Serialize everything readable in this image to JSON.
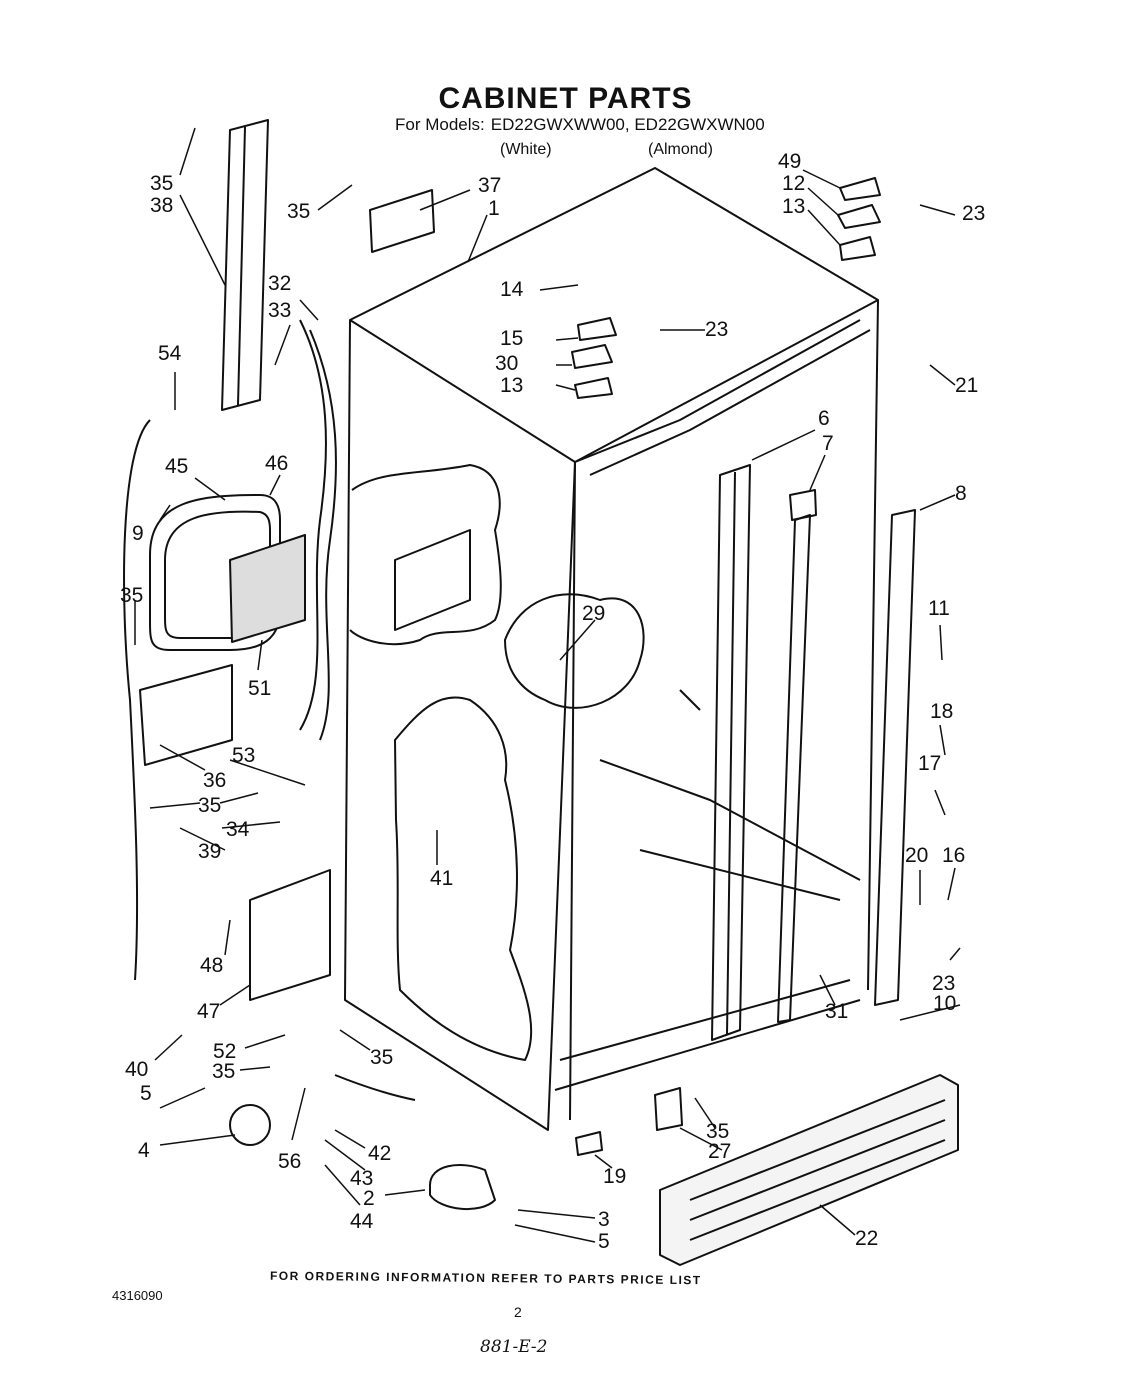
{
  "header": {
    "title": "CABINET PARTS",
    "models_prefix": "For Models:",
    "models": "ED22GWXWW00, ED22GWXWN00",
    "variant_white": "(White)",
    "variant_almond": "(Almond)"
  },
  "callouts": [
    "35",
    "38",
    "35",
    "37",
    "1",
    "49",
    "12",
    "13",
    "23",
    "14",
    "15",
    "30",
    "13",
    "23",
    "21",
    "32",
    "33",
    "54",
    "45",
    "46",
    "9",
    "6",
    "7",
    "8",
    "35",
    "29",
    "11",
    "51",
    "18",
    "53",
    "36",
    "17",
    "35",
    "34",
    "39",
    "41",
    "20",
    "16",
    "48",
    "23",
    "31",
    "10",
    "47",
    "40",
    "52",
    "35",
    "35",
    "5",
    "4",
    "56",
    "42",
    "43",
    "44",
    "2",
    "3",
    "5",
    "35",
    "27",
    "19",
    "22"
  ],
  "footer": {
    "ordering_note": "FOR ORDERING INFORMATION REFER TO PARTS PRICE LIST",
    "doc_number": "4316090",
    "page_number": "2",
    "handwritten_note": "881-E-2"
  }
}
